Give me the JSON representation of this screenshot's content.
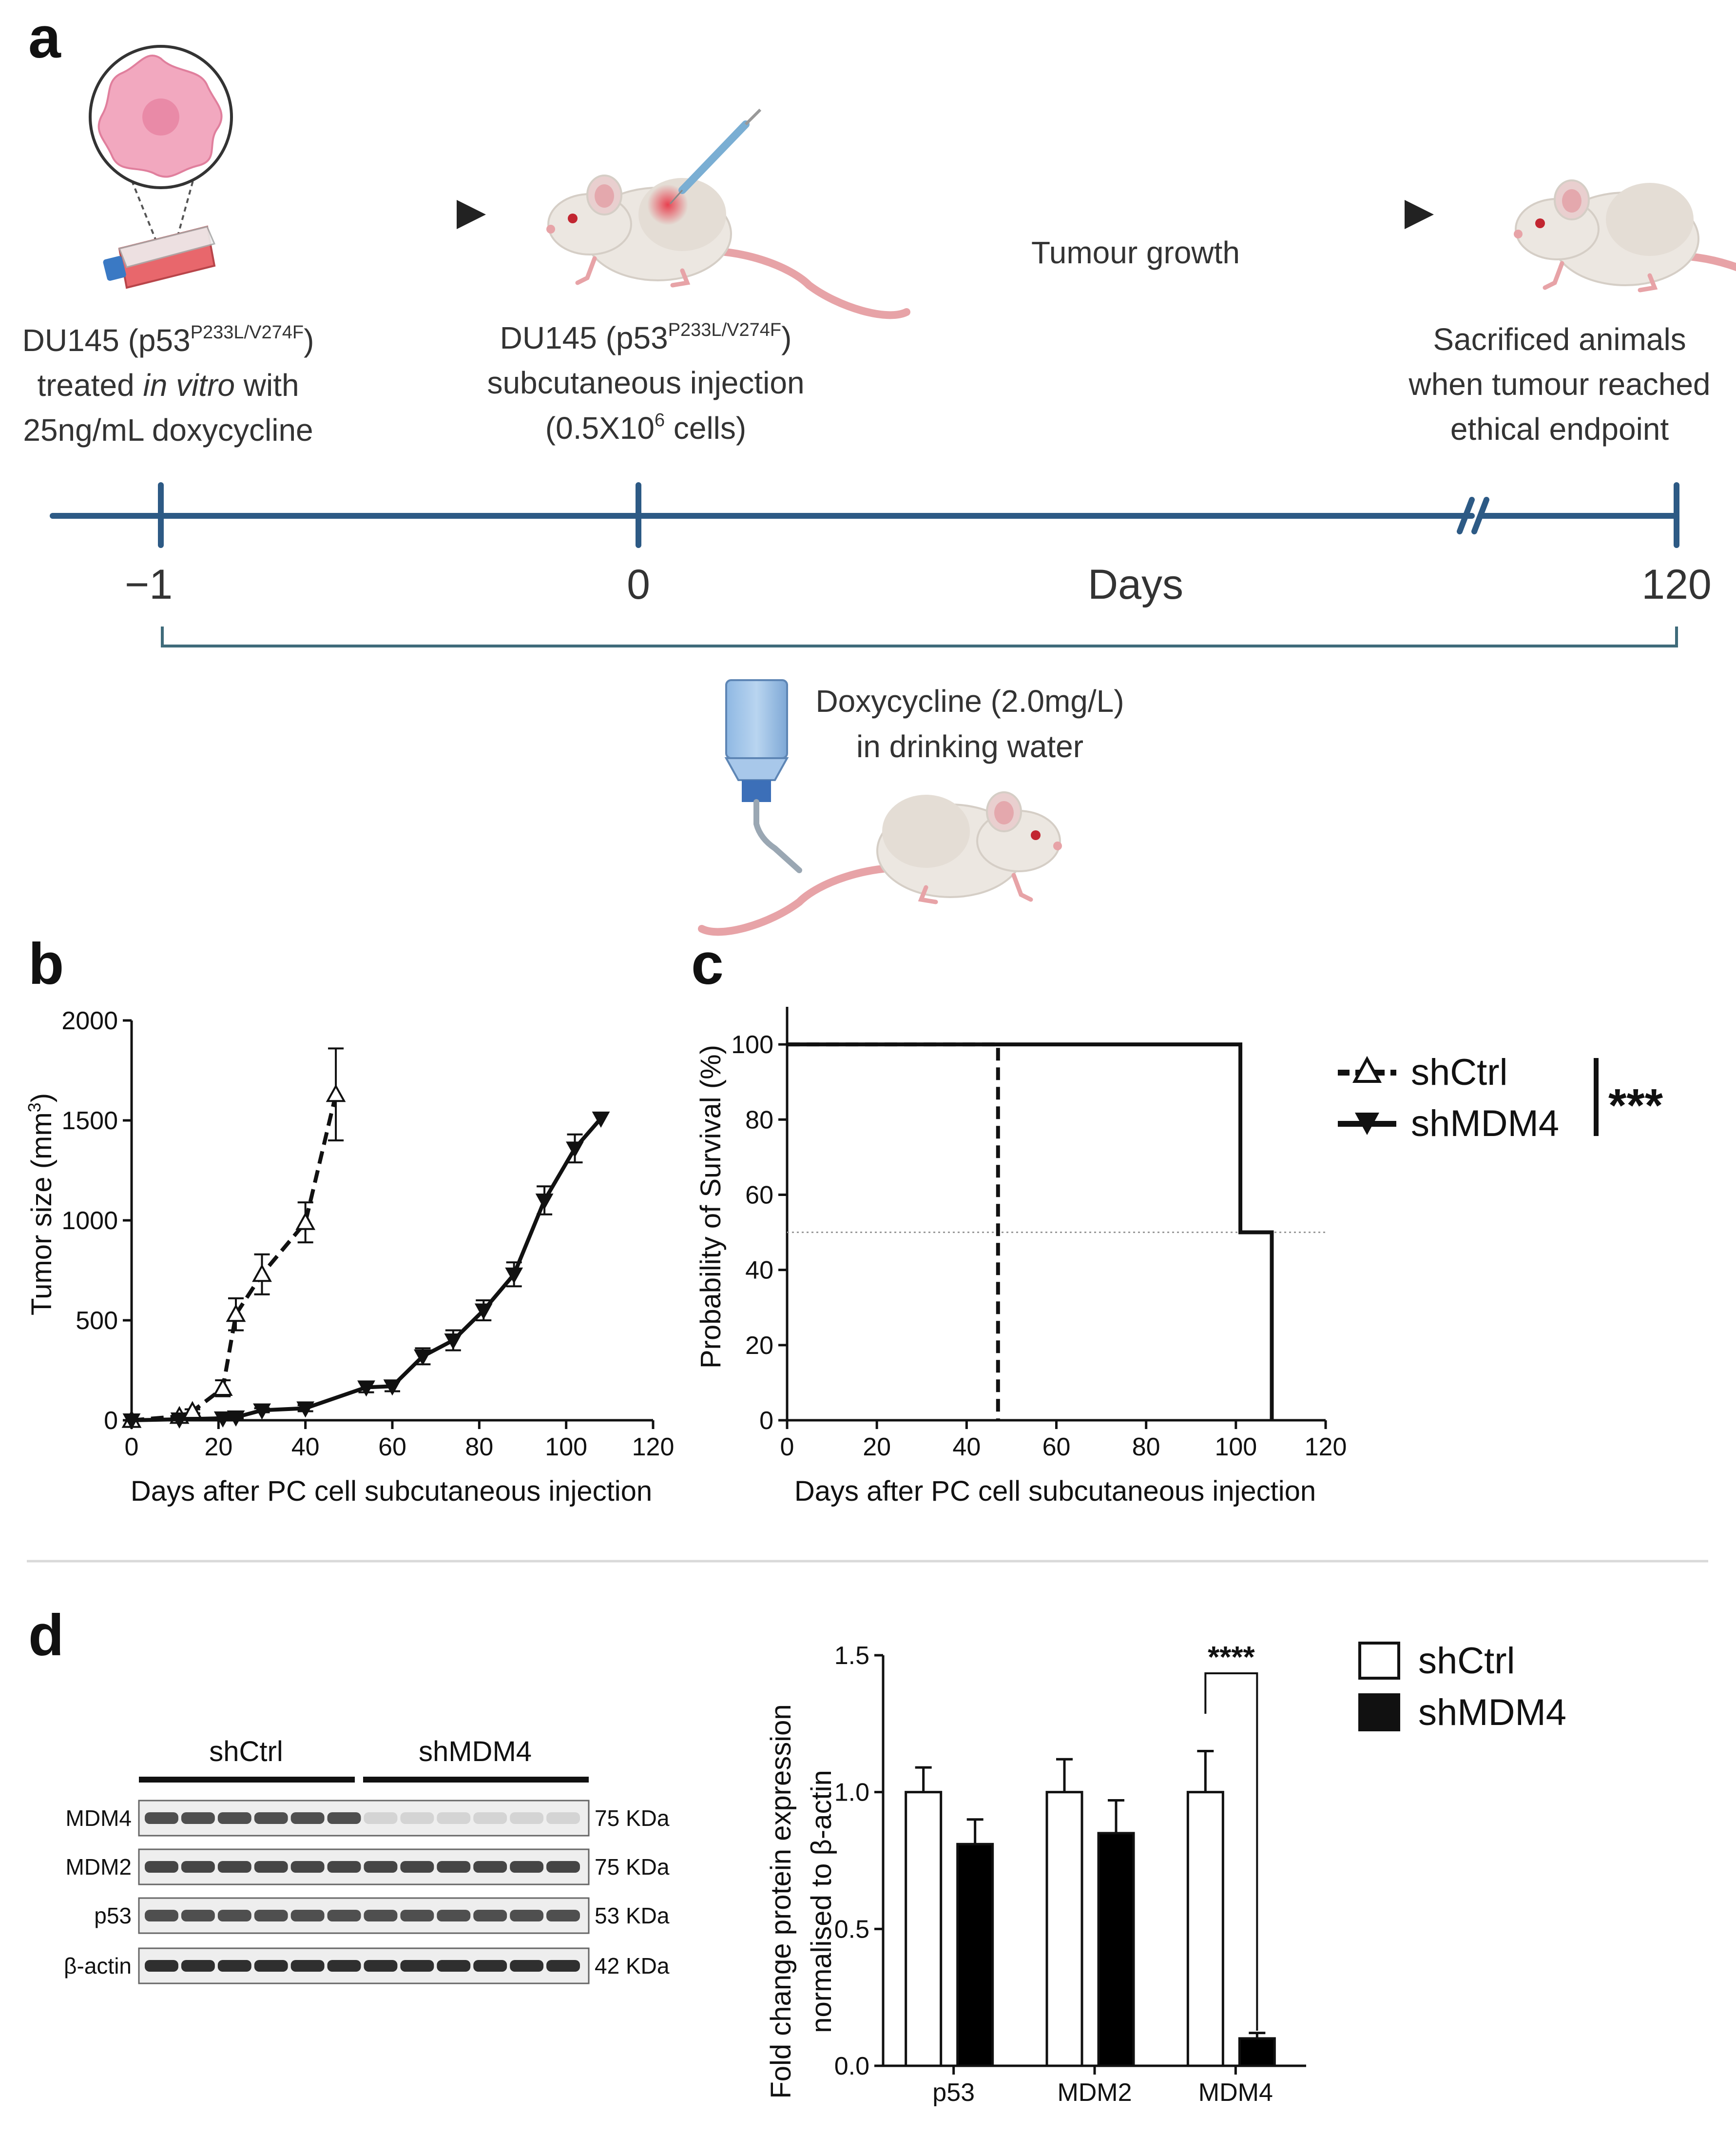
{
  "panel_a": {
    "label": "a",
    "step1": {
      "line1_pre": "DU145 (p53",
      "line1_sup": "P233L/V274F",
      "line1_post": ")",
      "line2_pre": "treated ",
      "line2_em": "in vitro",
      "line2_post": " with",
      "line3": "25ng/mL doxycycline"
    },
    "step2": {
      "line1_pre": "DU145 (p53",
      "line1_sup": "P233L/V274F",
      "line1_post": ")",
      "line2": "subcutaneous injection",
      "line3_pre": "(0.5X10",
      "line3_sup": "6",
      "line3_post": " cells)"
    },
    "growth_label": "Tumour growth",
    "step3": {
      "line1": "Sacrificed animals",
      "line2": "when tumour reached",
      "line3": "ethical endpoint"
    },
    "timeline": {
      "tick_neg1": "−1",
      "tick_0": "0",
      "axis_label": "Days",
      "tick_120": "120"
    },
    "doxy": {
      "line1": "Doxycycline (2.0mg/L)",
      "line2": "in drinking water"
    }
  },
  "panel_b": {
    "label": "b",
    "ylabel": "Tumor size (mm",
    "ylabel_sup": "3",
    "ylabel_post": ")",
    "xlabel": "Days after PC cell subcutaneous injection",
    "yticks": [
      "0",
      "500",
      "1000",
      "1500",
      "2000"
    ],
    "xticks": [
      "0",
      "20",
      "40",
      "60",
      "80",
      "100",
      "120"
    ]
  },
  "panel_c": {
    "label": "c",
    "ylabel": "Probability of Survival (%)",
    "xlabel": "Days after PC cell subcutaneous injection",
    "yticks": [
      "0",
      "20",
      "40",
      "60",
      "80",
      "100"
    ],
    "xticks": [
      "0",
      "20",
      "40",
      "60",
      "80",
      "100",
      "120"
    ],
    "legend": [
      "shCtrl",
      "shMDM4"
    ],
    "significance": "***"
  },
  "panel_d": {
    "label": "d",
    "blot": {
      "group_labels": [
        "shCtrl",
        "shMDM4"
      ],
      "rows": [
        {
          "protein": "MDM4",
          "size": "75 KDa"
        },
        {
          "protein": "MDM2",
          "size": "75 KDa"
        },
        {
          "protein": "p53",
          "size": "53 KDa"
        },
        {
          "protein": "β-actin",
          "size": "42 KDa"
        }
      ]
    },
    "bar_ylabel_line1": "Fold change protein expression",
    "bar_ylabel_line2": "normalised to β-actin",
    "yticks": [
      "0.0",
      "0.5",
      "1.0",
      "1.5"
    ],
    "legend": [
      "shCtrl",
      "shMDM4"
    ],
    "significance": "****"
  },
  "colors": {
    "timeline": "#2d5a85",
    "bracket": "#3f6b7a",
    "ink": "#111111",
    "text": "#333333",
    "mouse_body": "#ece7e1",
    "tail": "#e7a3a7",
    "cell": "#f2a8bf"
  },
  "chart_data": [
    {
      "type": "line",
      "panel": "b",
      "xlabel": "Days after PC cell subcutaneous injection",
      "ylabel": "Tumor size (mm3)",
      "xlim": [
        0,
        120
      ],
      "ylim": [
        0,
        2000
      ],
      "series": [
        {
          "name": "shCtrl",
          "style": "dashed, open triangle",
          "x": [
            0,
            11,
            14,
            21,
            24,
            30,
            40,
            47
          ],
          "y": [
            0,
            20,
            45,
            160,
            530,
            730,
            990,
            1630
          ],
          "err": [
            0,
            5,
            10,
            40,
            80,
            100,
            100,
            230
          ]
        },
        {
          "name": "shMDM4",
          "style": "solid, filled inverted triangle",
          "x": [
            0,
            11,
            21,
            24,
            30,
            40,
            54,
            60,
            67,
            74,
            81,
            88,
            95,
            102,
            108
          ],
          "y": [
            0,
            5,
            10,
            15,
            50,
            60,
            165,
            170,
            320,
            400,
            550,
            730,
            1100,
            1360,
            1510
          ],
          "err": [
            0,
            2,
            4,
            5,
            10,
            15,
            25,
            25,
            40,
            50,
            50,
            60,
            70,
            70,
            0
          ]
        }
      ]
    },
    {
      "type": "line",
      "panel": "c",
      "xlabel": "Days after PC cell subcutaneous injection",
      "ylabel": "Probability of Survival (%)",
      "xlim": [
        0,
        120
      ],
      "ylim": [
        0,
        100
      ],
      "series": [
        {
          "name": "shCtrl",
          "style": "dashed step",
          "x": [
            0,
            47,
            47
          ],
          "y": [
            100,
            100,
            0
          ]
        },
        {
          "name": "shMDM4",
          "style": "solid step",
          "x": [
            0,
            101,
            101,
            108,
            108
          ],
          "y": [
            100,
            100,
            50,
            50,
            0
          ]
        }
      ],
      "reference_line_y": 50,
      "significance": "***"
    },
    {
      "type": "bar",
      "panel": "d",
      "ylabel": "Fold change protein expression normalised to β-actin",
      "categories": [
        "p53",
        "MDM2",
        "MDM4"
      ],
      "ylim": [
        0,
        1.5
      ],
      "series": [
        {
          "name": "shCtrl",
          "fill": "#ffffff",
          "values": [
            1.0,
            1.0,
            1.0
          ],
          "err": [
            0.09,
            0.12,
            0.15
          ]
        },
        {
          "name": "shMDM4",
          "fill": "#000000",
          "values": [
            0.81,
            0.85,
            0.1
          ],
          "err": [
            0.09,
            0.12,
            0.02
          ]
        }
      ],
      "significance": {
        "category": "MDM4",
        "label": "****"
      }
    }
  ]
}
